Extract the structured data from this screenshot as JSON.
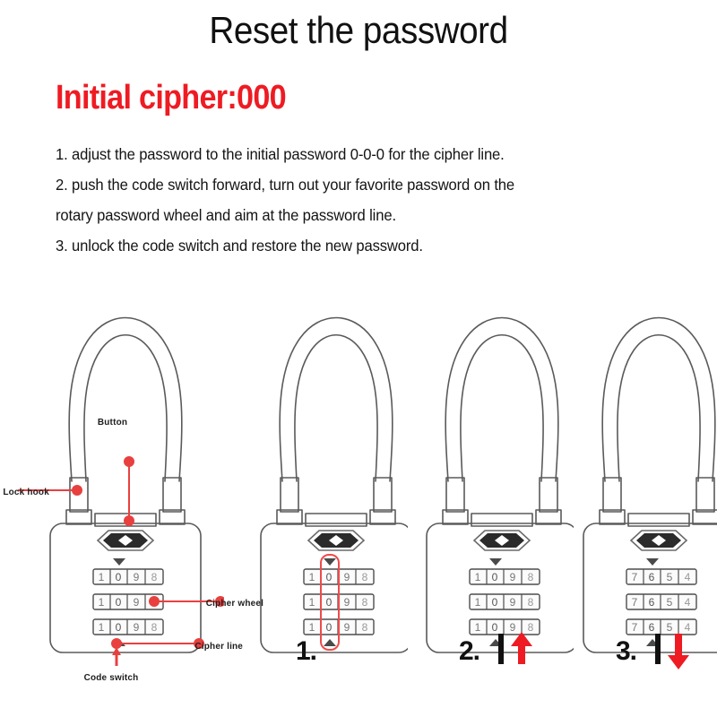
{
  "page": {
    "title": "Reset the password",
    "subtitle": "Initial cipher:000",
    "instructions": [
      "1. adjust the password to the initial password 0-0-0 for the cipher line.",
      "2. push the code switch forward, turn out your favorite password on the",
      "rotary password wheel and aim at the password line.",
      "3. unlock the code switch and restore the new password."
    ]
  },
  "colors": {
    "accent_red": "#EE1B23",
    "callout_red": "#E8403F",
    "outline_gray": "#5a5a5a",
    "text_black": "#141414",
    "background": "#ffffff"
  },
  "callouts": [
    {
      "id": "lock-hook",
      "label": "Lock hook"
    },
    {
      "id": "button",
      "label": "Button"
    },
    {
      "id": "cipher-wheel",
      "label": "Cipher wheel"
    },
    {
      "id": "cipher-line",
      "label": "Cipher line"
    },
    {
      "id": "code-switch",
      "label": "Code switch"
    }
  ],
  "locks": [
    {
      "id": "lock-annotated",
      "step_label": "",
      "dials": [
        {
          "digits": [
            "1",
            "0",
            "9",
            "8"
          ]
        },
        {
          "digits": [
            "1",
            "0",
            "9",
            "8"
          ]
        },
        {
          "digits": [
            "1",
            "0",
            "9",
            "8"
          ]
        }
      ],
      "highlight": false,
      "arrow": "none"
    },
    {
      "id": "lock-step-1",
      "step_label": "1.",
      "dials": [
        {
          "digits": [
            "1",
            "0",
            "9",
            "8"
          ]
        },
        {
          "digits": [
            "1",
            "0",
            "9",
            "8"
          ]
        },
        {
          "digits": [
            "1",
            "0",
            "9",
            "8"
          ]
        }
      ],
      "highlight": true,
      "arrow": "none"
    },
    {
      "id": "lock-step-2",
      "step_label": "2.",
      "dials": [
        {
          "digits": [
            "1",
            "0",
            "9",
            "8"
          ]
        },
        {
          "digits": [
            "1",
            "0",
            "9",
            "8"
          ]
        },
        {
          "digits": [
            "1",
            "0",
            "9",
            "8"
          ]
        }
      ],
      "highlight": false,
      "arrow": "up"
    },
    {
      "id": "lock-step-3",
      "step_label": "3.",
      "dials": [
        {
          "digits": [
            "7",
            "6",
            "5",
            "4"
          ]
        },
        {
          "digits": [
            "7",
            "6",
            "5",
            "4"
          ]
        },
        {
          "digits": [
            "7",
            "6",
            "5",
            "4"
          ]
        }
      ],
      "highlight": false,
      "arrow": "down"
    }
  ]
}
